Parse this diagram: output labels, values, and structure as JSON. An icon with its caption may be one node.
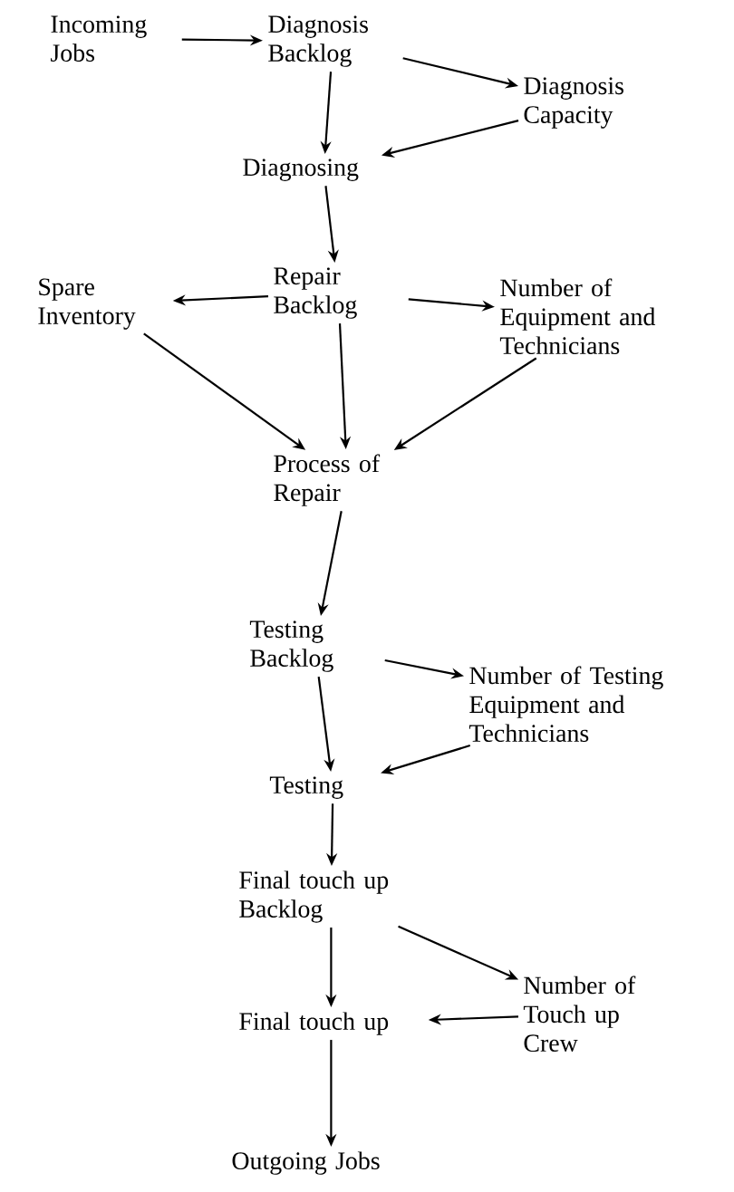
{
  "diagram": {
    "nodes": [
      {
        "text": [
          "Incoming Jobs"
        ]
      },
      {
        "text": [
          "Diagnosis Backlog"
        ]
      },
      {
        "text": [
          "Diagnosis Capacity"
        ]
      },
      {
        "text": [
          "Diagnosing"
        ]
      },
      {
        "text": [
          "Repair Backlog"
        ]
      },
      {
        "text": [
          "Spare Inventory"
        ]
      },
      {
        "text": [
          "Number of Equipment and Technicians"
        ]
      },
      {
        "text": [
          "Process of Repair"
        ]
      },
      {
        "text": [
          "Testing Backlog"
        ]
      },
      {
        "text": [
          "Number of Testing Equipment and Technicians"
        ]
      },
      {
        "text": [
          "Testing"
        ]
      },
      {
        "text": [
          "Final touch up Backlog"
        ]
      },
      {
        "text": [
          "Number of Touch up Crew"
        ]
      },
      {
        "text": [
          "Final touch up"
        ]
      },
      {
        "text": [
          "Outgoing Jobs"
        ]
      }
    ],
    "edges": [
      {
        "from": 0,
        "to": 1,
        "arrow": "to"
      },
      {
        "from": 1,
        "to": 2,
        "arrow": "to"
      },
      {
        "from": 1,
        "to": 3,
        "arrow": "to"
      },
      {
        "from": 2,
        "to": 3,
        "arrow": "to"
      },
      {
        "from": 3,
        "to": 4,
        "arrow": "to"
      },
      {
        "from": 4,
        "to": 5,
        "arrow": "to"
      },
      {
        "from": 4,
        "to": 7,
        "arrow": "to"
      },
      {
        "from": 4,
        "to": 6,
        "arrow": "to"
      },
      {
        "from": 5,
        "to": 7,
        "arrow": "to"
      },
      {
        "from": 6,
        "to": 7,
        "arrow": "to"
      },
      {
        "from": 7,
        "to": 8,
        "arrow": "to"
      },
      {
        "from": 8,
        "to": 9,
        "arrow": "to"
      },
      {
        "from": 8,
        "to": 10,
        "arrow": "to"
      },
      {
        "from": 9,
        "to": 10,
        "arrow": "to"
      },
      {
        "from": 10,
        "to": 11,
        "arrow": "to"
      },
      {
        "from": 11,
        "to": 12,
        "arrow": "to"
      },
      {
        "from": 11,
        "to": 13,
        "arrow": "to"
      },
      {
        "from": 12,
        "to": 13,
        "arrow": "to"
      },
      {
        "from": 13,
        "to": 14,
        "arrow": "to"
      }
    ]
  }
}
